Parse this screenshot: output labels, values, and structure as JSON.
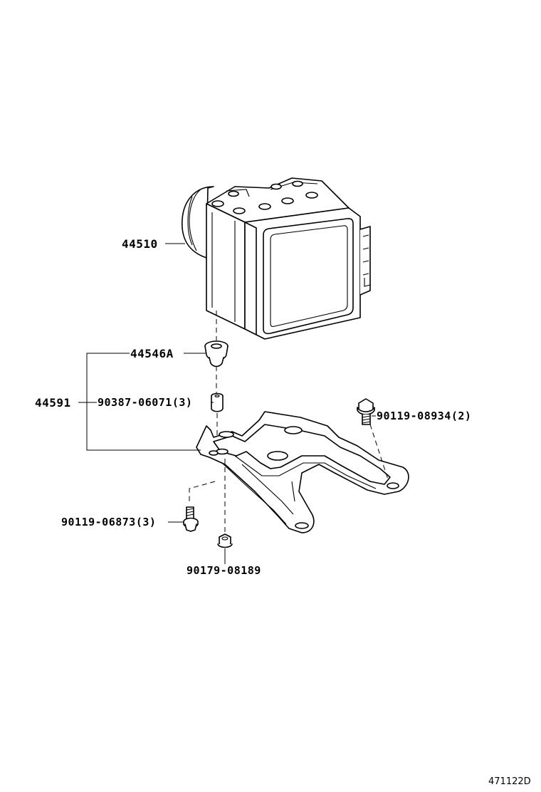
{
  "diagram": {
    "labels": {
      "actuator": "44510",
      "cushion": "44546A",
      "bracket_assy": "44591",
      "collar": "90387-06071(3)",
      "bolt_upper": "90119-08934(2)",
      "bolt_lower": "90119-06873(3)",
      "nut": "90179-08189"
    },
    "reference": "471122D"
  }
}
